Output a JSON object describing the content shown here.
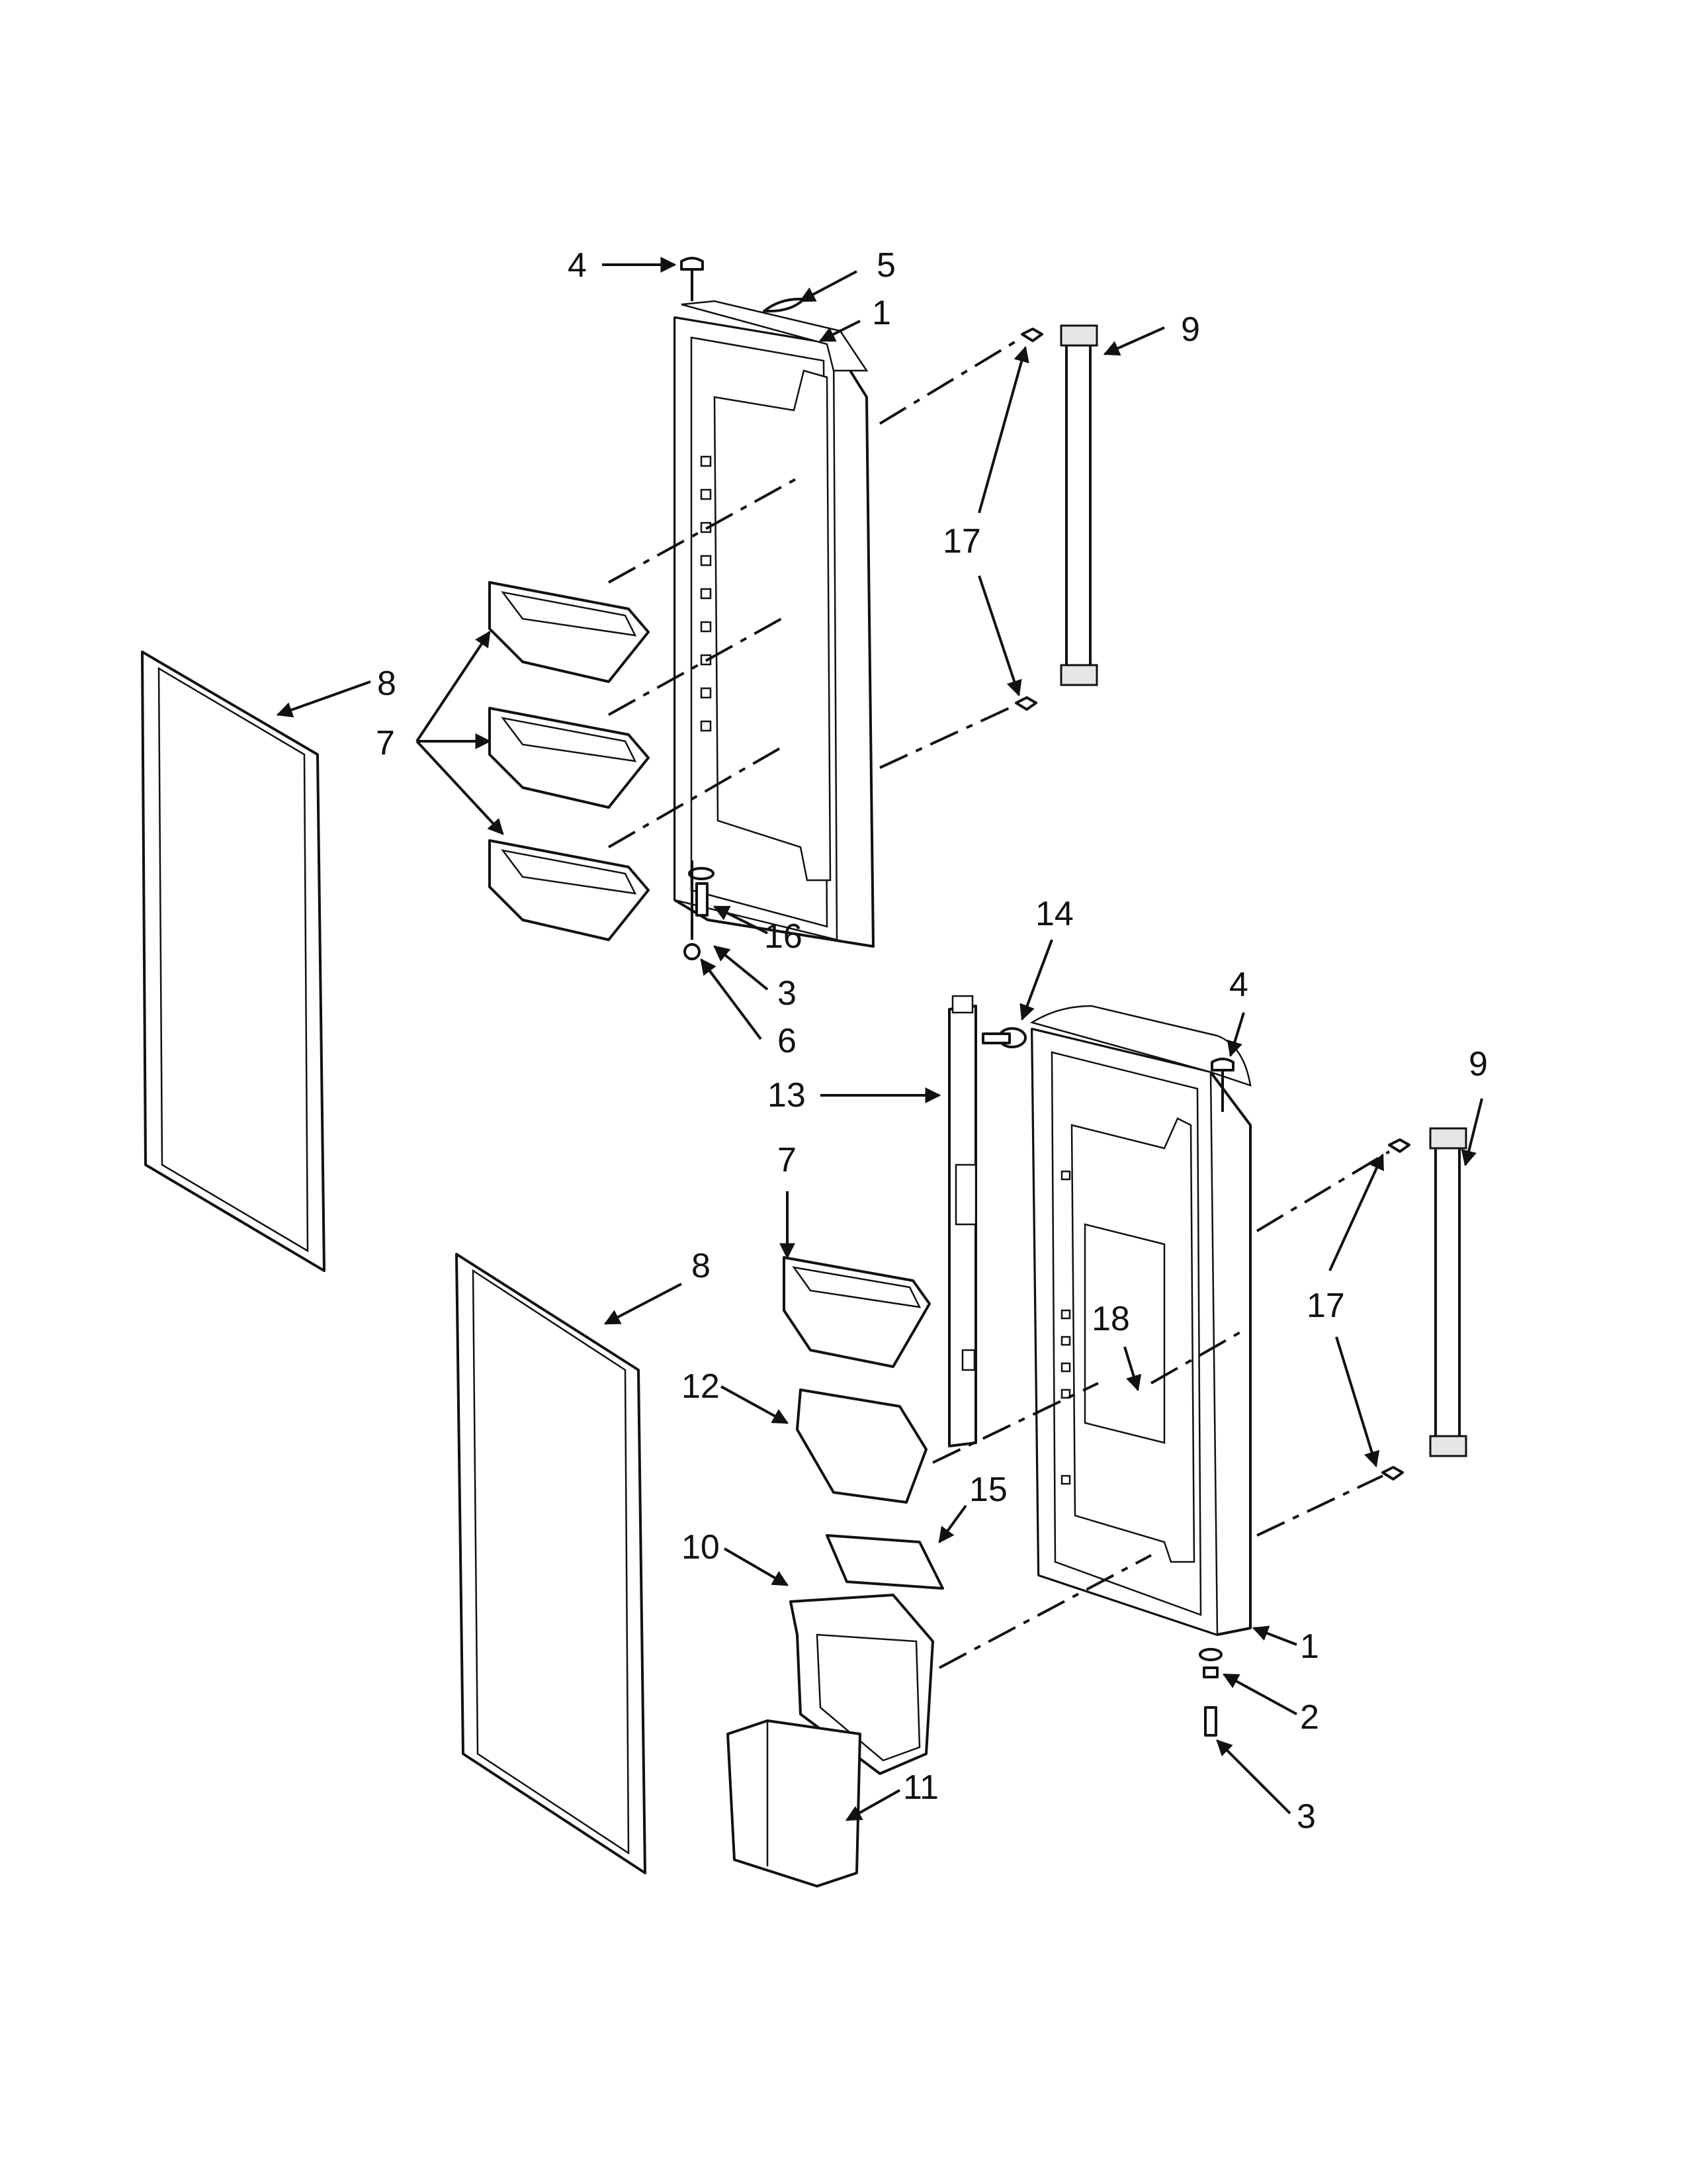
{
  "diagram": {
    "callouts": [
      {
        "id": "c4a",
        "label": "4"
      },
      {
        "id": "c5",
        "label": "5"
      },
      {
        "id": "c1a",
        "label": "1"
      },
      {
        "id": "c9a",
        "label": "9"
      },
      {
        "id": "c17a",
        "label": "17"
      },
      {
        "id": "c8a",
        "label": "8"
      },
      {
        "id": "c7a",
        "label": "7"
      },
      {
        "id": "c16",
        "label": "16"
      },
      {
        "id": "c3a",
        "label": "3"
      },
      {
        "id": "c6",
        "label": "6"
      },
      {
        "id": "c14",
        "label": "14"
      },
      {
        "id": "c4b",
        "label": "4"
      },
      {
        "id": "c13",
        "label": "13"
      },
      {
        "id": "c9b",
        "label": "9"
      },
      {
        "id": "c7b",
        "label": "7"
      },
      {
        "id": "c17b",
        "label": "17"
      },
      {
        "id": "c8b",
        "label": "8"
      },
      {
        "id": "c18",
        "label": "18"
      },
      {
        "id": "c12",
        "label": "12"
      },
      {
        "id": "c15",
        "label": "15"
      },
      {
        "id": "c10",
        "label": "10"
      },
      {
        "id": "c1b",
        "label": "1"
      },
      {
        "id": "c2",
        "label": "2"
      },
      {
        "id": "c3b",
        "label": "3"
      },
      {
        "id": "c11",
        "label": "11"
      }
    ]
  }
}
